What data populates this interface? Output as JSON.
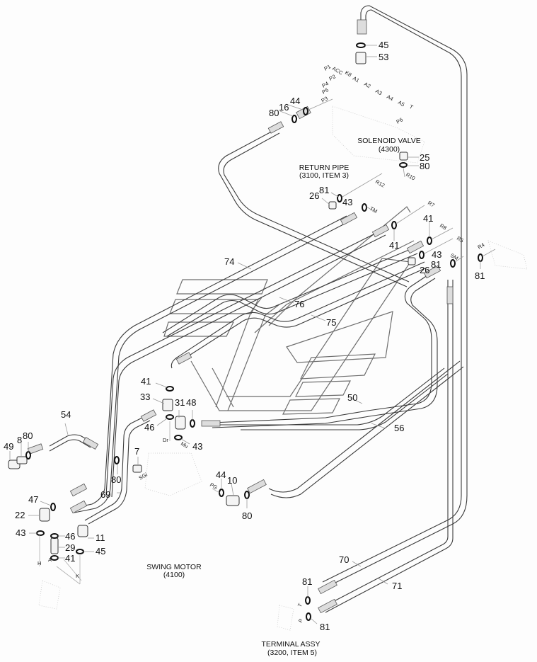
{
  "diagram": {
    "type": "hydraulic piping exploded view",
    "captions": {
      "solenoid_valve": {
        "title": "SOLENOID VALVE",
        "ref": "(4300)"
      },
      "return_pipe": {
        "title": "RETURN PIPE",
        "ref": "(3100, ITEM 3)"
      },
      "swing_motor": {
        "title": "SWING MOTOR",
        "ref": "(4100)"
      },
      "terminal_assy": {
        "title": "TERMINAL ASSY",
        "ref": "(3200, ITEM 5)"
      }
    },
    "solenoid_ports": [
      "P1",
      "ACC",
      "K8",
      "A1",
      "P2",
      "A2",
      "A3",
      "A4",
      "A5",
      "P4",
      "P5",
      "P3",
      "P6",
      "T"
    ],
    "return_ports": [
      "R12",
      "R10",
      "TM",
      "R7",
      "R8",
      "R5",
      "SM",
      "R4"
    ],
    "swing_ports": [
      "Dr",
      "Mu",
      "SGi",
      "PG",
      "H",
      "A",
      "K"
    ],
    "terminal_ports": [
      "T",
      "P"
    ],
    "callouts": {
      "c45_top": "45",
      "c53": "53",
      "c44_top": "44",
      "c16": "16",
      "c80_top": "80",
      "c25": "25",
      "c80_sol": "80",
      "c81_ret": "81",
      "c26_ret": "26",
      "c43_ret": "43",
      "c41_a": "41",
      "c41_b": "41",
      "c43_b": "43",
      "c81_b": "81",
      "c26_b": "26",
      "c81_r4": "81",
      "c74": "74",
      "c76": "76",
      "c75": "75",
      "c50": "50",
      "c56": "56",
      "c41_mid": "41",
      "c33": "33",
      "c31": "31",
      "c48": "48",
      "c46_mid": "46",
      "c43_mid": "43",
      "c54": "54",
      "c49": "49",
      "c8": "8",
      "c80_left": "80",
      "c7": "7",
      "c80_mid": "80",
      "c69": "69",
      "c47": "47",
      "c22": "22",
      "c43_low": "43",
      "c46_low": "46",
      "c11": "11",
      "c29": "29",
      "c45_low": "45",
      "c41_low": "41",
      "c44_pg": "44",
      "c10": "10",
      "c80_pg": "80",
      "c70": "70",
      "c71": "71",
      "c81_t": "81",
      "c81_p": "81"
    }
  }
}
